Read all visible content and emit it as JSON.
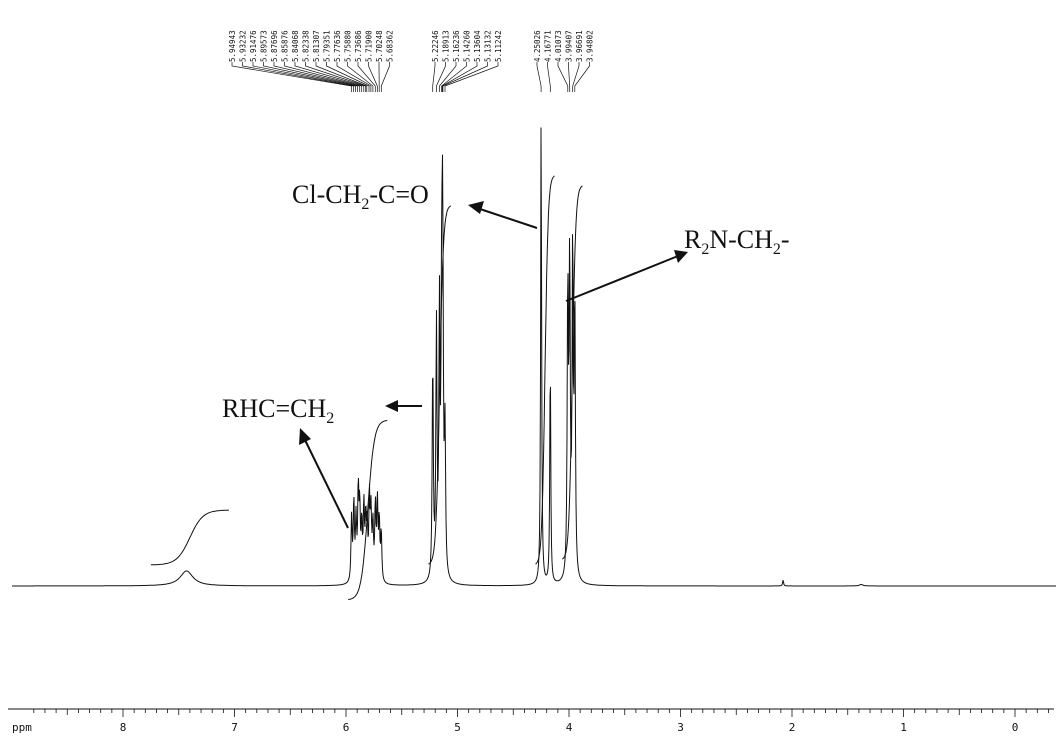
{
  "chart_data": {
    "type": "line",
    "xlabel": "ppm",
    "xlim": [
      9.0,
      -0.4
    ],
    "x_ticks": [
      "8",
      "7",
      "6",
      "5",
      "4",
      "3",
      "2",
      "1",
      "0"
    ],
    "peak_labels": [
      "5.94943",
      "5.93232",
      "5.91476",
      "5.89573",
      "5.87696",
      "5.85876",
      "5.84068",
      "5.82338",
      "5.81307",
      "5.79351",
      "5.77636",
      "5.75880",
      "5.73686",
      "5.71900",
      "5.70248",
      "5.68362",
      "5.22246",
      "5.18913",
      "5.16236",
      "5.14260",
      "5.13604",
      "5.13132",
      "5.11242",
      "4.25026",
      "4.16771",
      "4.01073",
      "3.99407",
      "3.96691",
      "3.94802"
    ],
    "peaks": [
      {
        "x": 7.43,
        "h": 0.03,
        "w": 0.07
      },
      {
        "x": 5.95,
        "h": 0.13,
        "w": 0.006
      },
      {
        "x": 5.93,
        "h": 0.16,
        "w": 0.006
      },
      {
        "x": 5.91,
        "h": 0.12,
        "w": 0.006
      },
      {
        "x": 5.89,
        "h": 0.18,
        "w": 0.006
      },
      {
        "x": 5.877,
        "h": 0.14,
        "w": 0.006
      },
      {
        "x": 5.859,
        "h": 0.11,
        "w": 0.006
      },
      {
        "x": 5.84,
        "h": 0.15,
        "w": 0.006
      },
      {
        "x": 5.823,
        "h": 0.12,
        "w": 0.006
      },
      {
        "x": 5.81,
        "h": 0.1,
        "w": 0.006
      },
      {
        "x": 5.79,
        "h": 0.16,
        "w": 0.006
      },
      {
        "x": 5.776,
        "h": 0.13,
        "w": 0.006
      },
      {
        "x": 5.759,
        "h": 0.11,
        "w": 0.006
      },
      {
        "x": 5.737,
        "h": 0.15,
        "w": 0.006
      },
      {
        "x": 5.719,
        "h": 0.16,
        "w": 0.006
      },
      {
        "x": 5.702,
        "h": 0.12,
        "w": 0.006
      },
      {
        "x": 5.684,
        "h": 0.1,
        "w": 0.006
      },
      {
        "x": 5.222,
        "h": 0.44,
        "w": 0.006
      },
      {
        "x": 5.189,
        "h": 0.5,
        "w": 0.006
      },
      {
        "x": 5.162,
        "h": 0.52,
        "w": 0.006
      },
      {
        "x": 5.143,
        "h": 0.4,
        "w": 0.006
      },
      {
        "x": 5.136,
        "h": 0.42,
        "w": 0.006
      },
      {
        "x": 5.131,
        "h": 0.38,
        "w": 0.006
      },
      {
        "x": 5.112,
        "h": 0.28,
        "w": 0.006
      },
      {
        "x": 4.25,
        "h": 0.96,
        "w": 0.005
      },
      {
        "x": 4.168,
        "h": 0.46,
        "w": 0.005
      },
      {
        "x": 4.011,
        "h": 0.58,
        "w": 0.006
      },
      {
        "x": 3.994,
        "h": 0.62,
        "w": 0.006
      },
      {
        "x": 3.967,
        "h": 0.66,
        "w": 0.006
      },
      {
        "x": 3.948,
        "h": 0.55,
        "w": 0.006
      },
      {
        "x": 2.08,
        "h": 0.012,
        "w": 0.005
      },
      {
        "x": 1.38,
        "h": 0.003,
        "w": 0.02
      }
    ],
    "integrals": [
      {
        "from": 7.75,
        "to": 7.05,
        "rise": 0.11
      },
      {
        "from": 5.98,
        "to": 5.63,
        "rise": 0.36
      },
      {
        "from": 5.26,
        "to": 5.06,
        "rise": 0.72
      },
      {
        "from": 4.3,
        "to": 4.13,
        "rise": 0.78
      },
      {
        "from": 4.06,
        "to": 3.88,
        "rise": 0.75
      }
    ],
    "annotations": [
      {
        "id": "chloroacetyl",
        "text": "Cl-CH",
        "sub": "2",
        "text2": "-C=O",
        "points_to_ppm": 4.25
      },
      {
        "id": "amine-methylene",
        "text": "R",
        "sub": "2",
        "text2": "N-CH",
        "sub2": "2",
        "text3": "-",
        "points_to_ppm": 3.98
      },
      {
        "id": "vinyl",
        "text": "RHC=CH",
        "sub": "2",
        "points_to_ppm": 5.87
      }
    ]
  }
}
